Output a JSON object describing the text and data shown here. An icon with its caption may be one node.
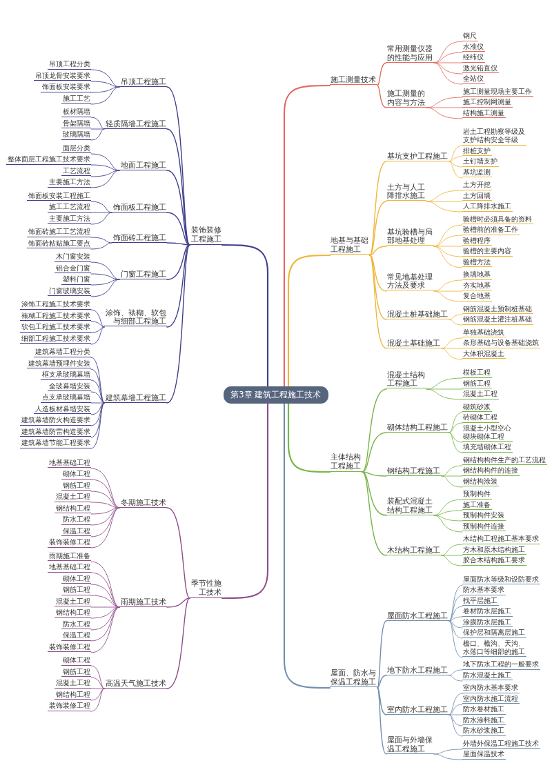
{
  "diagram": {
    "nodes": [
      {
        "text": [
          "第3章 建筑工程施工技术"
        ]
      },
      {
        "text": [
          "施工测量技术"
        ]
      },
      {
        "text": [
          "常用测量仪器的性能与应用"
        ]
      },
      {
        "text": [
          "钢尺"
        ]
      },
      {
        "text": [
          "水准仪"
        ]
      },
      {
        "text": [
          "经纬仪"
        ]
      },
      {
        "text": [
          "激光铅直仪"
        ]
      },
      {
        "text": [
          "全站仪"
        ]
      },
      {
        "text": [
          "施工测量的内容与方法"
        ]
      },
      {
        "text": [
          "施工测量现场主要工作"
        ]
      },
      {
        "text": [
          "施工控制网测量"
        ]
      },
      {
        "text": [
          "结构施工测量"
        ]
      },
      {
        "text": [
          "地基与基础工程施工"
        ]
      },
      {
        "text": [
          "基坑支护工程施工"
        ]
      },
      {
        "text": [
          "岩土工程勘察等级及支护结构安全等级"
        ]
      },
      {
        "text": [
          "排桩支护"
        ]
      },
      {
        "text": [
          "土钉墙支护"
        ]
      },
      {
        "text": [
          "基坑监测"
        ]
      },
      {
        "text": [
          "土方与人工降排水施工"
        ]
      },
      {
        "text": [
          "土方开挖"
        ]
      },
      {
        "text": [
          "土方回填"
        ]
      },
      {
        "text": [
          "人工降排水施工"
        ]
      },
      {
        "text": [
          "基坑验槽与局部地基处理"
        ]
      },
      {
        "text": [
          "验槽时必须具备的资料"
        ]
      },
      {
        "text": [
          "验槽前的准备工作"
        ]
      },
      {
        "text": [
          "验槽程序"
        ]
      },
      {
        "text": [
          "验槽的主要内容"
        ]
      },
      {
        "text": [
          "验槽方法"
        ]
      },
      {
        "text": [
          "常见地基处理方法及要求"
        ]
      },
      {
        "text": [
          "换填地基"
        ]
      },
      {
        "text": [
          "夯实地基"
        ]
      },
      {
        "text": [
          "复合地基"
        ]
      },
      {
        "text": [
          "混凝土桩基础施工"
        ]
      },
      {
        "text": [
          "钢筋混凝土预制桩基础"
        ]
      },
      {
        "text": [
          "钢筋混凝土灌注桩基础"
        ]
      },
      {
        "text": [
          "混凝土基础施工"
        ]
      },
      {
        "text": [
          "单独基础浇筑"
        ]
      },
      {
        "text": [
          "条形基础与设备基础浇筑"
        ]
      },
      {
        "text": [
          "大体积混凝土"
        ]
      },
      {
        "text": [
          "主体结构工程施工"
        ]
      },
      {
        "text": [
          "混凝土结构工程施工"
        ]
      },
      {
        "text": [
          "模板工程"
        ]
      },
      {
        "text": [
          "钢筋工程"
        ]
      },
      {
        "text": [
          "混凝土工程"
        ]
      },
      {
        "text": [
          "砌体结构工程施工"
        ]
      },
      {
        "text": [
          "砌筑砂浆"
        ]
      },
      {
        "text": [
          "砖砌体工程"
        ]
      },
      {
        "text": [
          "混凝土小型空心砌块砌体工程"
        ]
      },
      {
        "text": [
          "填充墙砌体工程"
        ]
      },
      {
        "text": [
          "钢结构工程施工"
        ]
      },
      {
        "text": [
          "钢结构构件生产的工艺流程"
        ]
      },
      {
        "text": [
          "钢结构构件的连接"
        ]
      },
      {
        "text": [
          "钢结构涂装"
        ]
      },
      {
        "text": [
          "装配式混凝土结构工程施工"
        ]
      },
      {
        "text": [
          "预制构件"
        ]
      },
      {
        "text": [
          "施工准备"
        ]
      },
      {
        "text": [
          "预制构件安装"
        ]
      },
      {
        "text": [
          "预制构件连接"
        ]
      },
      {
        "text": [
          "木结构工程施工"
        ]
      },
      {
        "text": [
          "木结构工程施工基本要求"
        ]
      },
      {
        "text": [
          "方木和原木结构施工"
        ]
      },
      {
        "text": [
          "胶合木结构施工要求"
        ]
      },
      {
        "text": [
          "屋面、防水与保温工程施工"
        ]
      },
      {
        "text": [
          "屋面防水工程施工"
        ]
      },
      {
        "text": [
          "屋面防水等级和设防要求"
        ]
      },
      {
        "text": [
          "防水基本要求"
        ]
      },
      {
        "text": [
          "找平层施工"
        ]
      },
      {
        "text": [
          "卷材防水层施工"
        ]
      },
      {
        "text": [
          "涂膜防水层施工"
        ]
      },
      {
        "text": [
          "保护层和隔离层施工"
        ]
      },
      {
        "text": [
          "檐口、檐沟、天沟、水落口等细部的施工"
        ]
      },
      {
        "text": [
          "地下防水工程施工"
        ]
      },
      {
        "text": [
          "地下防水工程的一般要求"
        ]
      },
      {
        "text": [
          "防水混凝土施工"
        ]
      },
      {
        "text": [
          "室内防水工程施工"
        ]
      },
      {
        "text": [
          "室内防水基本要求"
        ]
      },
      {
        "text": [
          "室内防水施工流程"
        ]
      },
      {
        "text": [
          "防水卷材施工"
        ]
      },
      {
        "text": [
          "防水涂料施工"
        ]
      },
      {
        "text": [
          "防水砂浆施工"
        ]
      },
      {
        "text": [
          "屋面与外墙保温工程施工"
        ]
      },
      {
        "text": [
          "外墙外保温工程施工技术"
        ]
      },
      {
        "text": [
          "屋面保温技术"
        ]
      },
      {
        "text": [
          "装饰装修工程施工"
        ]
      },
      {
        "text": [
          "吊顶工程施工"
        ]
      },
      {
        "text": [
          "吊顶工程分类"
        ]
      },
      {
        "text": [
          "吊顶龙骨安装要求"
        ]
      },
      {
        "text": [
          "饰面板安装要求"
        ]
      },
      {
        "text": [
          "施工工艺"
        ]
      },
      {
        "text": [
          "轻质隔墙工程施工"
        ]
      },
      {
        "text": [
          "板材隔墙"
        ]
      },
      {
        "text": [
          "骨架隔墙"
        ]
      },
      {
        "text": [
          "玻璃隔墙"
        ]
      },
      {
        "text": [
          "地面工程施工"
        ]
      },
      {
        "text": [
          "面层分类"
        ]
      },
      {
        "text": [
          "整体面层工程施工技术要求"
        ]
      },
      {
        "text": [
          "工艺流程"
        ]
      },
      {
        "text": [
          "主要施工方法"
        ]
      },
      {
        "text": [
          "饰面板工程施工"
        ]
      },
      {
        "text": [
          "饰面板安装工程施工"
        ]
      },
      {
        "text": [
          "施工工艺流程"
        ]
      },
      {
        "text": [
          "主要施工方法"
        ]
      },
      {
        "text": [
          "饰面砖工程施工"
        ]
      },
      {
        "text": [
          "饰面砖施工工艺流程"
        ]
      },
      {
        "text": [
          "饰面砖粘贴施工要点"
        ]
      },
      {
        "text": [
          "门窗工程施工"
        ]
      },
      {
        "text": [
          "木门窗安装"
        ]
      },
      {
        "text": [
          "铝合金门窗"
        ]
      },
      {
        "text": [
          "塑料门窗"
        ]
      },
      {
        "text": [
          "门窗玻璃安装"
        ]
      },
      {
        "text": [
          "涂饰、裱糊、软包与细部工程施工"
        ]
      },
      {
        "text": [
          "涂饰工程施工技术要求"
        ]
      },
      {
        "text": [
          "裱糊工程施工技术要求"
        ]
      },
      {
        "text": [
          "软包工程施工技术要求"
        ]
      },
      {
        "text": [
          "细部工程施工技术要求"
        ]
      },
      {
        "text": [
          "建筑幕墙工程施工"
        ]
      },
      {
        "text": [
          "建筑幕墙工程分类"
        ]
      },
      {
        "text": [
          "建筑幕墙预埋件安装"
        ]
      },
      {
        "text": [
          "框支承玻璃幕墙"
        ]
      },
      {
        "text": [
          "全玻幕墙安装"
        ]
      },
      {
        "text": [
          "点支承玻璃幕墙"
        ]
      },
      {
        "text": [
          "人造板材幕墙安装"
        ]
      },
      {
        "text": [
          "建筑幕墙防火构造要求"
        ]
      },
      {
        "text": [
          "建筑幕墙防雷构造要求"
        ]
      },
      {
        "text": [
          "建筑幕墙节能工程要求"
        ]
      },
      {
        "text": [
          "季节性施工技术"
        ]
      },
      {
        "text": [
          "冬期施工技术"
        ]
      },
      {
        "text": [
          "地基基础工程"
        ]
      },
      {
        "text": [
          "砌体工程"
        ]
      },
      {
        "text": [
          "钢筋工程"
        ]
      },
      {
        "text": [
          "混凝土工程"
        ]
      },
      {
        "text": [
          "钢结构工程"
        ]
      },
      {
        "text": [
          "防水工程"
        ]
      },
      {
        "text": [
          "保温工程"
        ]
      },
      {
        "text": [
          "装饰装修工程"
        ]
      },
      {
        "text": [
          "雨期施工技术"
        ]
      },
      {
        "text": [
          "雨期施工准备"
        ]
      },
      {
        "text": [
          "地基基础工程"
        ]
      },
      {
        "text": [
          "砌体工程"
        ]
      },
      {
        "text": [
          "钢筋工程"
        ]
      },
      {
        "text": [
          "混凝土工程"
        ]
      },
      {
        "text": [
          "钢结构工程"
        ]
      },
      {
        "text": [
          "防水工程"
        ]
      },
      {
        "text": [
          "保温工程"
        ]
      },
      {
        "text": [
          "装饰装修工程"
        ]
      },
      {
        "text": [
          "高温天气施工技术"
        ]
      },
      {
        "text": [
          "砌体工程"
        ]
      },
      {
        "text": [
          "钢筋工程"
        ]
      },
      {
        "text": [
          "混凝土工程"
        ]
      },
      {
        "text": [
          "钢结构工程"
        ]
      },
      {
        "text": [
          "装饰装修工程"
        ]
      }
    ],
    "edges": [
      {
        "from": 0,
        "to": 1,
        "arrow": "none",
        "color": "#e26a5f"
      },
      {
        "from": 1,
        "to": 2,
        "arrow": "none",
        "color": "#e26a5f"
      },
      {
        "from": 2,
        "to": 3,
        "arrow": "none",
        "color": "#e26a5f"
      },
      {
        "from": 2,
        "to": 4,
        "arrow": "none",
        "color": "#e26a5f"
      },
      {
        "from": 2,
        "to": 5,
        "arrow": "none",
        "color": "#e26a5f"
      },
      {
        "from": 2,
        "to": 6,
        "arrow": "none",
        "color": "#e26a5f"
      },
      {
        "from": 2,
        "to": 7,
        "arrow": "none",
        "color": "#e26a5f"
      },
      {
        "from": 1,
        "to": 8,
        "arrow": "none",
        "color": "#e26a5f"
      },
      {
        "from": 8,
        "to": 9,
        "arrow": "none",
        "color": "#e26a5f"
      },
      {
        "from": 8,
        "to": 10,
        "arrow": "none",
        "color": "#e26a5f"
      },
      {
        "from": 8,
        "to": 11,
        "arrow": "none",
        "color": "#e26a5f"
      },
      {
        "from": 0,
        "to": 12,
        "arrow": "none",
        "color": "#eeb73a"
      },
      {
        "from": 12,
        "to": 13,
        "arrow": "none",
        "color": "#eeb73a"
      },
      {
        "from": 13,
        "to": 14,
        "arrow": "none",
        "color": "#eeb73a"
      },
      {
        "from": 13,
        "to": 15,
        "arrow": "none",
        "color": "#eeb73a"
      },
      {
        "from": 13,
        "to": 16,
        "arrow": "none",
        "color": "#eeb73a"
      },
      {
        "from": 13,
        "to": 17,
        "arrow": "none",
        "color": "#eeb73a"
      },
      {
        "from": 12,
        "to": 18,
        "arrow": "none",
        "color": "#eeb73a"
      },
      {
        "from": 18,
        "to": 19,
        "arrow": "none",
        "color": "#eeb73a"
      },
      {
        "from": 18,
        "to": 20,
        "arrow": "none",
        "color": "#eeb73a"
      },
      {
        "from": 18,
        "to": 21,
        "arrow": "none",
        "color": "#eeb73a"
      },
      {
        "from": 12,
        "to": 22,
        "arrow": "none",
        "color": "#eeb73a"
      },
      {
        "from": 22,
        "to": 23,
        "arrow": "none",
        "color": "#eeb73a"
      },
      {
        "from": 22,
        "to": 24,
        "arrow": "none",
        "color": "#eeb73a"
      },
      {
        "from": 22,
        "to": 25,
        "arrow": "none",
        "color": "#eeb73a"
      },
      {
        "from": 22,
        "to": 26,
        "arrow": "none",
        "color": "#eeb73a"
      },
      {
        "from": 22,
        "to": 27,
        "arrow": "none",
        "color": "#eeb73a"
      },
      {
        "from": 12,
        "to": 28,
        "arrow": "none",
        "color": "#eeb73a"
      },
      {
        "from": 28,
        "to": 29,
        "arrow": "none",
        "color": "#eeb73a"
      },
      {
        "from": 28,
        "to": 30,
        "arrow": "none",
        "color": "#eeb73a"
      },
      {
        "from": 28,
        "to": 31,
        "arrow": "none",
        "color": "#eeb73a"
      },
      {
        "from": 12,
        "to": 32,
        "arrow": "none",
        "color": "#eeb73a"
      },
      {
        "from": 32,
        "to": 33,
        "arrow": "none",
        "color": "#eeb73a"
      },
      {
        "from": 32,
        "to": 34,
        "arrow": "none",
        "color": "#eeb73a"
      },
      {
        "from": 12,
        "to": 35,
        "arrow": "none",
        "color": "#eeb73a"
      },
      {
        "from": 35,
        "to": 36,
        "arrow": "none",
        "color": "#eeb73a"
      },
      {
        "from": 35,
        "to": 37,
        "arrow": "none",
        "color": "#eeb73a"
      },
      {
        "from": 35,
        "to": 38,
        "arrow": "none",
        "color": "#eeb73a"
      },
      {
        "from": 0,
        "to": 39,
        "arrow": "none",
        "color": "#78b548"
      },
      {
        "from": 39,
        "to": 40,
        "arrow": "none",
        "color": "#78b548"
      },
      {
        "from": 40,
        "to": 41,
        "arrow": "none",
        "color": "#78b548"
      },
      {
        "from": 40,
        "to": 42,
        "arrow": "none",
        "color": "#78b548"
      },
      {
        "from": 40,
        "to": 43,
        "arrow": "none",
        "color": "#78b548"
      },
      {
        "from": 39,
        "to": 44,
        "arrow": "none",
        "color": "#78b548"
      },
      {
        "from": 44,
        "to": 45,
        "arrow": "none",
        "color": "#78b548"
      },
      {
        "from": 44,
        "to": 46,
        "arrow": "none",
        "color": "#78b548"
      },
      {
        "from": 44,
        "to": 47,
        "arrow": "none",
        "color": "#78b548"
      },
      {
        "from": 44,
        "to": 48,
        "arrow": "none",
        "color": "#78b548"
      },
      {
        "from": 39,
        "to": 49,
        "arrow": "none",
        "color": "#78b548"
      },
      {
        "from": 49,
        "to": 50,
        "arrow": "none",
        "color": "#78b548"
      },
      {
        "from": 49,
        "to": 51,
        "arrow": "none",
        "color": "#78b548"
      },
      {
        "from": 49,
        "to": 52,
        "arrow": "none",
        "color": "#78b548"
      },
      {
        "from": 39,
        "to": 53,
        "arrow": "none",
        "color": "#78b548"
      },
      {
        "from": 53,
        "to": 54,
        "arrow": "none",
        "color": "#78b548"
      },
      {
        "from": 53,
        "to": 55,
        "arrow": "none",
        "color": "#78b548"
      },
      {
        "from": 53,
        "to": 56,
        "arrow": "none",
        "color": "#78b548"
      },
      {
        "from": 53,
        "to": 57,
        "arrow": "none",
        "color": "#78b548"
      },
      {
        "from": 39,
        "to": 58,
        "arrow": "none",
        "color": "#78b548"
      },
      {
        "from": 58,
        "to": 59,
        "arrow": "none",
        "color": "#78b548"
      },
      {
        "from": 58,
        "to": 60,
        "arrow": "none",
        "color": "#78b548"
      },
      {
        "from": 58,
        "to": 61,
        "arrow": "none",
        "color": "#78b548"
      },
      {
        "from": 0,
        "to": 62,
        "arrow": "none",
        "color": "#6f8fae"
      },
      {
        "from": 62,
        "to": 63,
        "arrow": "none",
        "color": "#6f8fae"
      },
      {
        "from": 63,
        "to": 64,
        "arrow": "none",
        "color": "#6f8fae"
      },
      {
        "from": 63,
        "to": 65,
        "arrow": "none",
        "color": "#6f8fae"
      },
      {
        "from": 63,
        "to": 66,
        "arrow": "none",
        "color": "#6f8fae"
      },
      {
        "from": 63,
        "to": 67,
        "arrow": "none",
        "color": "#6f8fae"
      },
      {
        "from": 63,
        "to": 68,
        "arrow": "none",
        "color": "#6f8fae"
      },
      {
        "from": 63,
        "to": 69,
        "arrow": "none",
        "color": "#6f8fae"
      },
      {
        "from": 63,
        "to": 70,
        "arrow": "none",
        "color": "#6f8fae"
      },
      {
        "from": 62,
        "to": 71,
        "arrow": "none",
        "color": "#6f8fae"
      },
      {
        "from": 71,
        "to": 72,
        "arrow": "none",
        "color": "#6f8fae"
      },
      {
        "from": 71,
        "to": 73,
        "arrow": "none",
        "color": "#6f8fae"
      },
      {
        "from": 62,
        "to": 74,
        "arrow": "none",
        "color": "#6f8fae"
      },
      {
        "from": 74,
        "to": 75,
        "arrow": "none",
        "color": "#6f8fae"
      },
      {
        "from": 74,
        "to": 76,
        "arrow": "none",
        "color": "#6f8fae"
      },
      {
        "from": 74,
        "to": 77,
        "arrow": "none",
        "color": "#6f8fae"
      },
      {
        "from": 74,
        "to": 78,
        "arrow": "none",
        "color": "#6f8fae"
      },
      {
        "from": 74,
        "to": 79,
        "arrow": "none",
        "color": "#6f8fae"
      },
      {
        "from": 62,
        "to": 80,
        "arrow": "none",
        "color": "#6f8fae"
      },
      {
        "from": 80,
        "to": 81,
        "arrow": "none",
        "color": "#6f8fae"
      },
      {
        "from": 80,
        "to": 82,
        "arrow": "none",
        "color": "#6f8fae"
      },
      {
        "from": 0,
        "to": 83,
        "arrow": "none"
      },
      {
        "from": 83,
        "to": 84,
        "arrow": "none"
      },
      {
        "from": 84,
        "to": 85,
        "arrow": "none"
      },
      {
        "from": 84,
        "to": 86,
        "arrow": "none"
      },
      {
        "from": 84,
        "to": 87,
        "arrow": "none"
      },
      {
        "from": 84,
        "to": 88,
        "arrow": "none"
      },
      {
        "from": 83,
        "to": 89,
        "arrow": "none"
      },
      {
        "from": 89,
        "to": 90,
        "arrow": "none"
      },
      {
        "from": 89,
        "to": 91,
        "arrow": "none"
      },
      {
        "from": 89,
        "to": 92,
        "arrow": "none"
      },
      {
        "from": 83,
        "to": 93,
        "arrow": "none"
      },
      {
        "from": 93,
        "to": 94,
        "arrow": "none"
      },
      {
        "from": 93,
        "to": 95,
        "arrow": "none"
      },
      {
        "from": 93,
        "to": 96,
        "arrow": "none"
      },
      {
        "from": 93,
        "to": 97,
        "arrow": "none"
      },
      {
        "from": 83,
        "to": 98,
        "arrow": "none"
      },
      {
        "from": 98,
        "to": 99,
        "arrow": "none"
      },
      {
        "from": 98,
        "to": 100,
        "arrow": "none"
      },
      {
        "from": 98,
        "to": 101,
        "arrow": "none"
      },
      {
        "from": 83,
        "to": 102,
        "arrow": "none"
      },
      {
        "from": 102,
        "to": 103,
        "arrow": "none"
      },
      {
        "from": 102,
        "to": 104,
        "arrow": "none"
      },
      {
        "from": 83,
        "to": 105,
        "arrow": "none"
      },
      {
        "from": 105,
        "to": 106,
        "arrow": "none"
      },
      {
        "from": 105,
        "to": 107,
        "arrow": "none"
      },
      {
        "from": 105,
        "to": 108,
        "arrow": "none"
      },
      {
        "from": 105,
        "to": 109,
        "arrow": "none"
      },
      {
        "from": 83,
        "to": 110,
        "arrow": "none"
      },
      {
        "from": 110,
        "to": 111,
        "arrow": "none"
      },
      {
        "from": 110,
        "to": 112,
        "arrow": "none"
      },
      {
        "from": 110,
        "to": 113,
        "arrow": "none"
      },
      {
        "from": 110,
        "to": 114,
        "arrow": "none"
      },
      {
        "from": 83,
        "to": 115,
        "arrow": "none"
      },
      {
        "from": 115,
        "to": 116,
        "arrow": "none"
      },
      {
        "from": 115,
        "to": 117,
        "arrow": "none"
      },
      {
        "from": 115,
        "to": 118,
        "arrow": "none"
      },
      {
        "from": 115,
        "to": 119,
        "arrow": "none"
      },
      {
        "from": 115,
        "to": 120,
        "arrow": "none"
      },
      {
        "from": 115,
        "to": 121,
        "arrow": "none"
      },
      {
        "from": 115,
        "to": 122,
        "arrow": "none"
      },
      {
        "from": 115,
        "to": 123,
        "arrow": "none"
      },
      {
        "from": 115,
        "to": 124,
        "arrow": "none"
      },
      {
        "from": 0,
        "to": 125,
        "arrow": "none",
        "color": "#8d4f8a"
      },
      {
        "from": 125,
        "to": 126,
        "arrow": "none",
        "color": "#8d4f8a"
      },
      {
        "from": 126,
        "to": 127,
        "arrow": "none",
        "color": "#8d4f8a"
      },
      {
        "from": 126,
        "to": 128,
        "arrow": "none",
        "color": "#8d4f8a"
      },
      {
        "from": 126,
        "to": 129,
        "arrow": "none",
        "color": "#8d4f8a"
      },
      {
        "from": 126,
        "to": 130,
        "arrow": "none",
        "color": "#8d4f8a"
      },
      {
        "from": 126,
        "to": 131,
        "arrow": "none",
        "color": "#8d4f8a"
      },
      {
        "from": 126,
        "to": 132,
        "arrow": "none",
        "color": "#8d4f8a"
      },
      {
        "from": 126,
        "to": 133,
        "arrow": "none",
        "color": "#8d4f8a"
      },
      {
        "from": 126,
        "to": 134,
        "arrow": "none",
        "color": "#8d4f8a"
      },
      {
        "from": 125,
        "to": 135,
        "arrow": "none",
        "color": "#8d4f8a"
      },
      {
        "from": 135,
        "to": 136,
        "arrow": "none",
        "color": "#8d4f8a"
      },
      {
        "from": 135,
        "to": 137,
        "arrow": "none",
        "color": "#8d4f8a"
      },
      {
        "from": 135,
        "to": 138,
        "arrow": "none",
        "color": "#8d4f8a"
      },
      {
        "from": 135,
        "to": 139,
        "arrow": "none",
        "color": "#8d4f8a"
      },
      {
        "from": 135,
        "to": 140,
        "arrow": "none",
        "color": "#8d4f8a"
      },
      {
        "from": 135,
        "to": 141,
        "arrow": "none",
        "color": "#8d4f8a"
      },
      {
        "from": 135,
        "to": 142,
        "arrow": "none",
        "color": "#8d4f8a"
      },
      {
        "from": 135,
        "to": 143,
        "arrow": "none",
        "color": "#8d4f8a"
      },
      {
        "from": 135,
        "to": 144,
        "arrow": "none",
        "color": "#8d4f8a"
      },
      {
        "from": 125,
        "to": 145,
        "arrow": "none",
        "color": "#8d4f8a"
      },
      {
        "from": 145,
        "to": 146,
        "arrow": "none",
        "color": "#8d4f8a"
      },
      {
        "from": 145,
        "to": 147,
        "arrow": "none",
        "color": "#8d4f8a"
      },
      {
        "from": 145,
        "to": 148,
        "arrow": "none",
        "color": "#8d4f8a"
      },
      {
        "from": 145,
        "to": 149,
        "arrow": "none",
        "color": "#8d4f8a"
      },
      {
        "from": 145,
        "to": 150,
        "arrow": "none",
        "color": "#8d4f8a"
      }
    ]
  }
}
